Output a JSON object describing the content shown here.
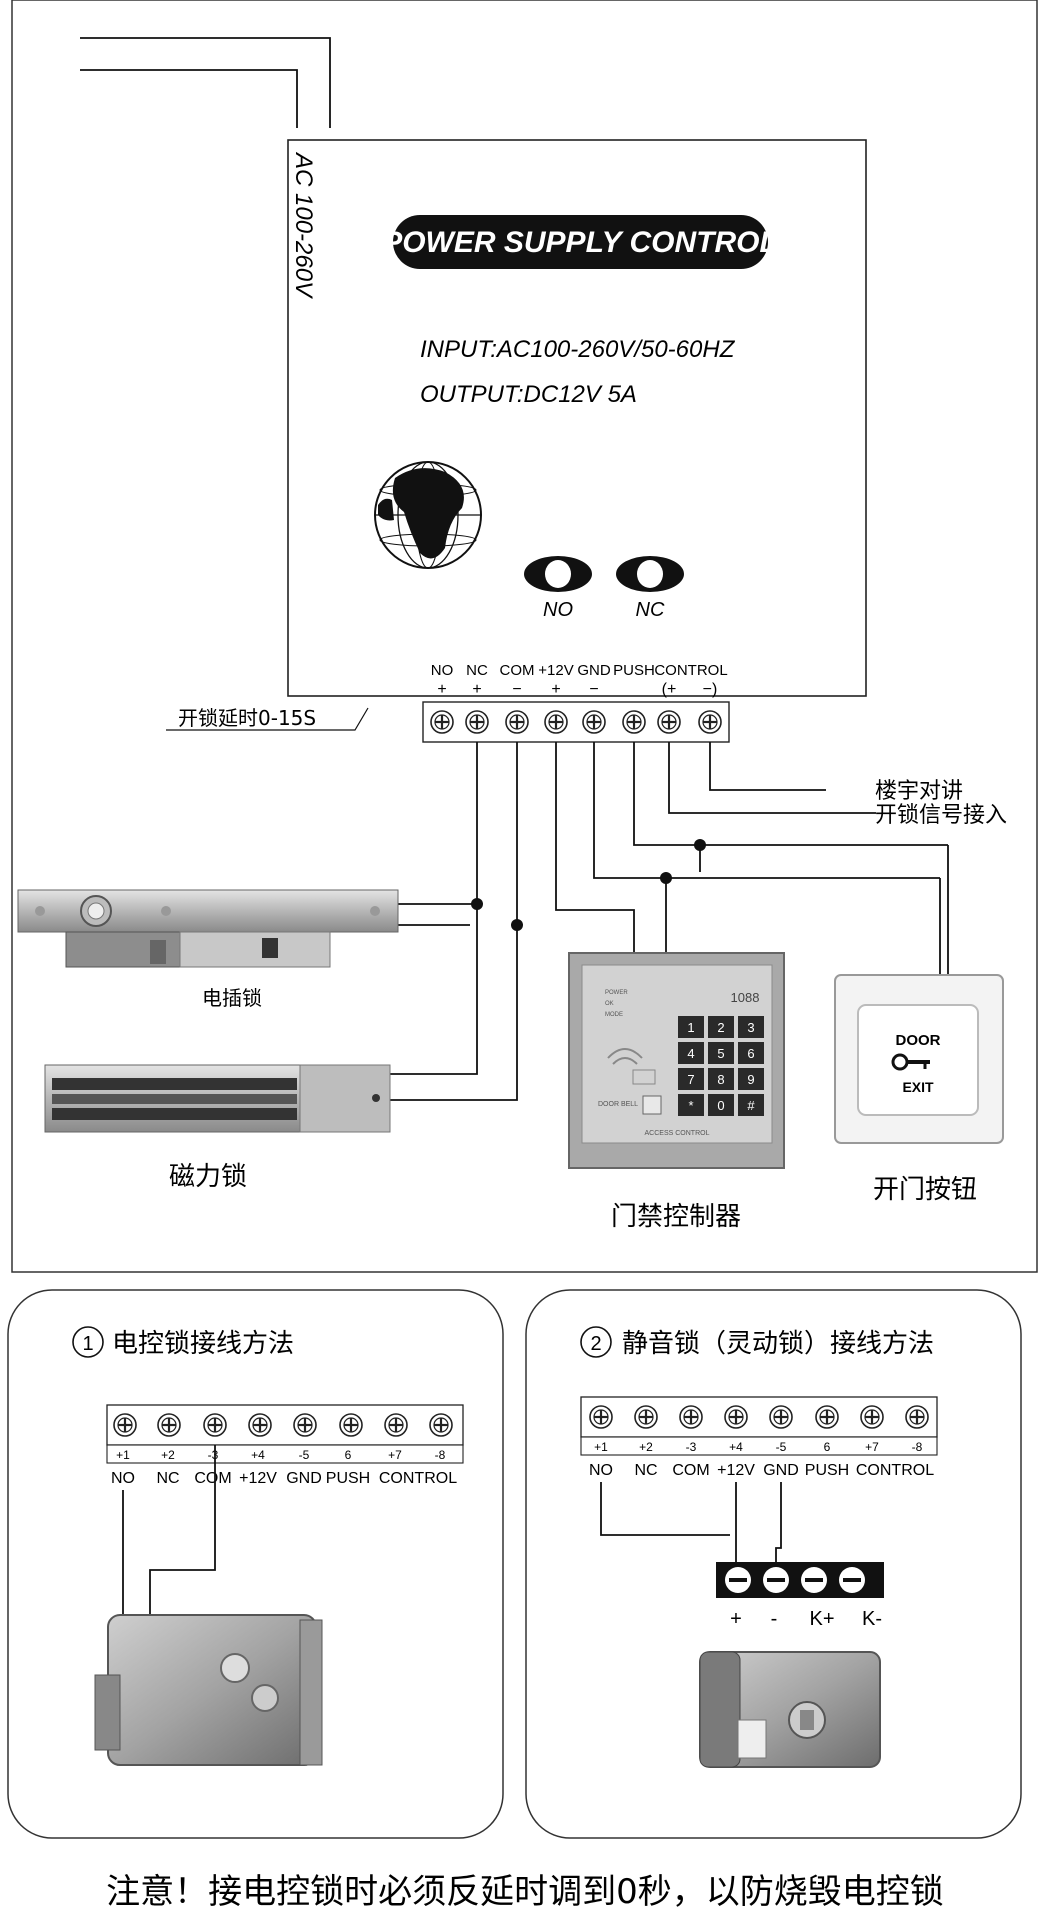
{
  "psu": {
    "ac_label": "AC 100-260V",
    "banner": "POWER SUPPLY CONTROL",
    "input": "INPUT:AC100-260V/50-60HZ",
    "output": "OUTPUT:DC12V  5A",
    "led_no": "NO",
    "led_nc": "NC",
    "terminals": [
      "NO",
      "NC",
      "COM",
      "+12V",
      "GND",
      "PUSH",
      "CONTROL"
    ],
    "polarity": [
      "+",
      "+",
      "−",
      "+",
      "−",
      "",
      "(+",
      "−)"
    ],
    "delay": "开锁延时0-15S"
  },
  "labels": {
    "intercom": "楼宇对讲",
    "unlock_signal": "开锁信号接入",
    "bolt_lock": "电插锁",
    "mag_lock": "磁力锁",
    "access_controller": "门禁控制器",
    "exit_button": "开门按钮"
  },
  "keypad": {
    "brand": "1088",
    "leds": [
      "POWER",
      "OK",
      "MODE"
    ],
    "keys": [
      "1",
      "2",
      "3",
      "4",
      "5",
      "6",
      "7",
      "8",
      "9",
      "*",
      "0",
      "#"
    ],
    "door_bell": "DOOR BELL",
    "footer": "ACCESS CONTROL"
  },
  "exit_button": {
    "door": "DOOR",
    "exit": "EXIT"
  },
  "panel1": {
    "num": "1",
    "title": "电控锁接线方法",
    "nums": [
      "+1",
      "+2",
      "-3",
      "+4",
      "-5",
      "6",
      "+7",
      "-8"
    ],
    "names": [
      "NO",
      "NC",
      "COM",
      "+12V",
      "GND",
      "PUSH",
      "CONTROL"
    ]
  },
  "panel2": {
    "num": "2",
    "title": "静音锁（灵动锁）接线方法",
    "nums": [
      "+1",
      "+2",
      "-3",
      "+4",
      "-5",
      "6",
      "+7",
      "-8"
    ],
    "names": [
      "NO",
      "NC",
      "COM",
      "+12V",
      "GND",
      "PUSH",
      "CONTROL"
    ],
    "lock_terms": [
      "+",
      "-",
      "K+",
      "K-"
    ]
  },
  "note": "注意！接电控锁时必须反延时调到0秒，以防烧毁电控锁"
}
